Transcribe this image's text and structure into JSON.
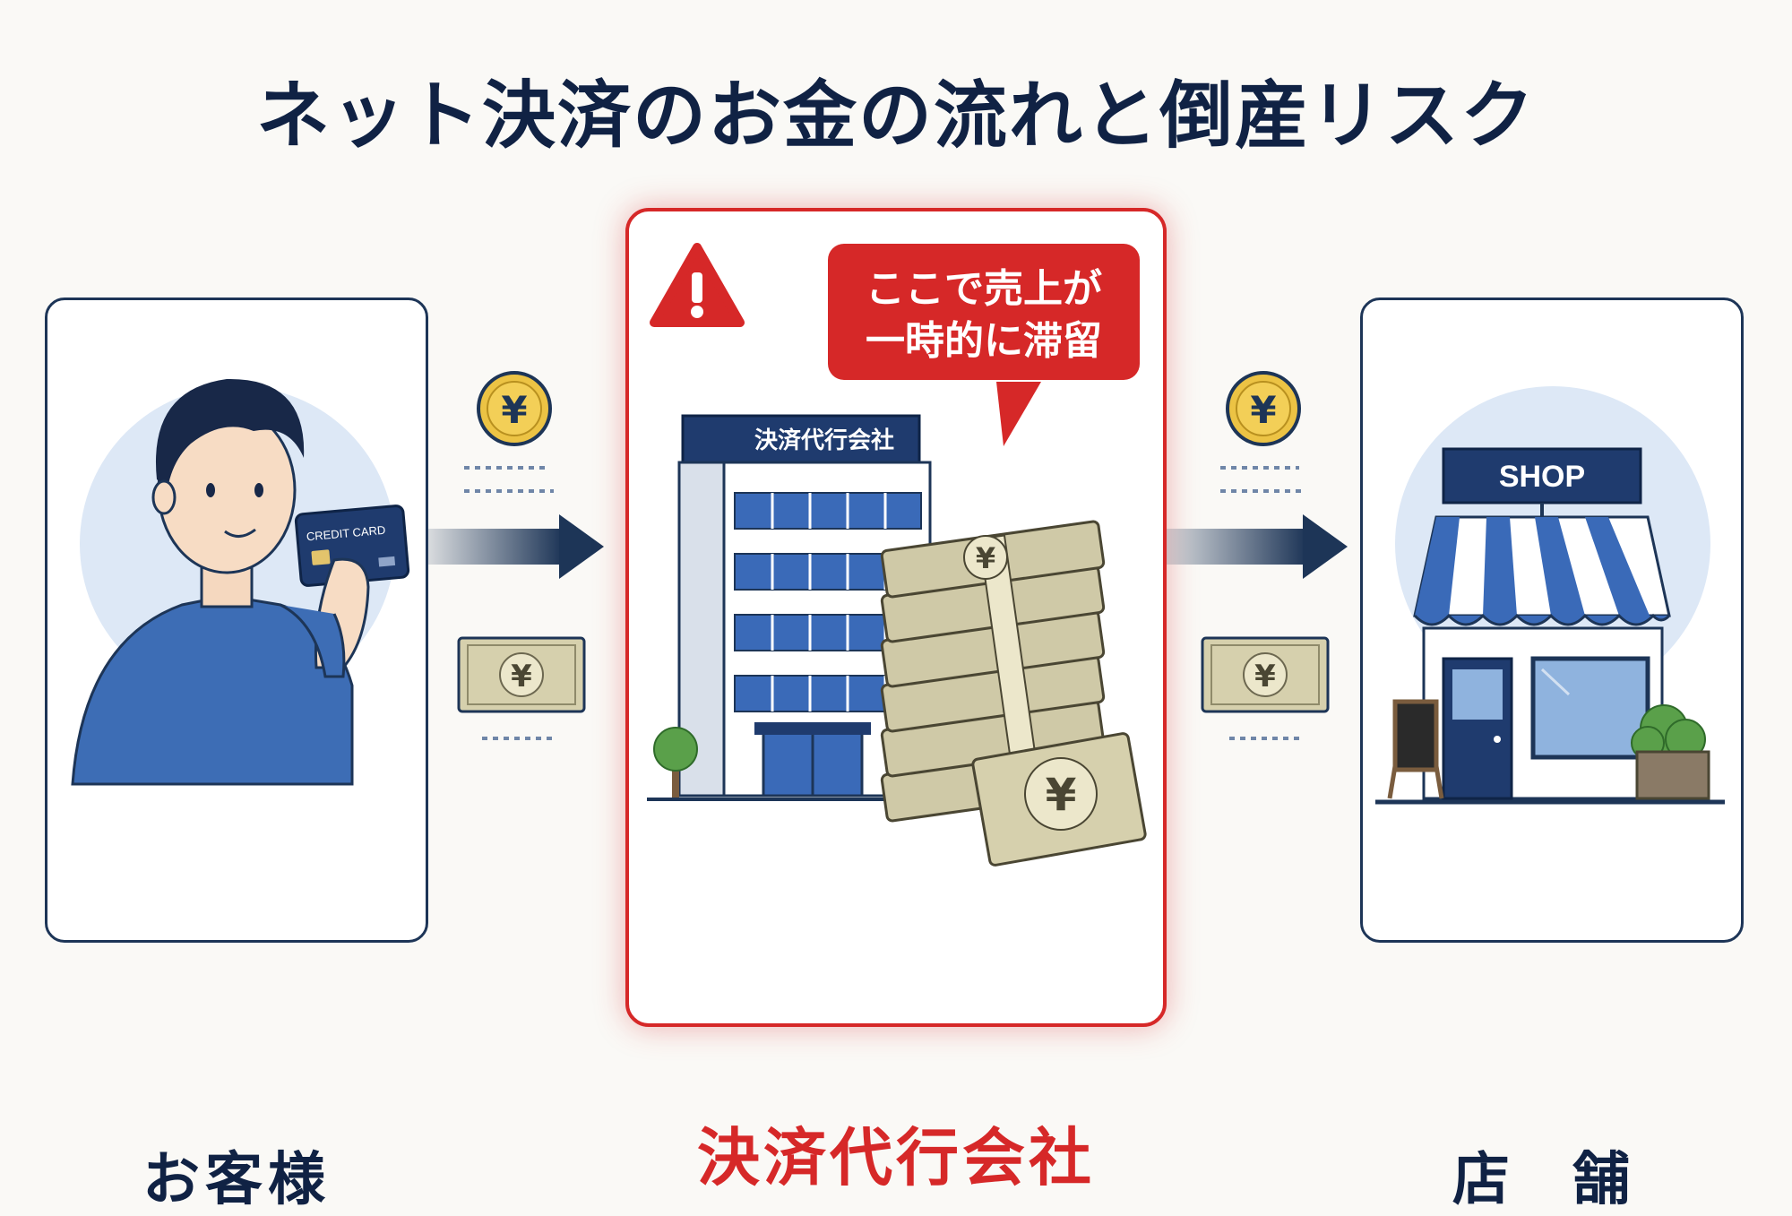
{
  "title": "ネット決済のお金の流れと倒産リスク",
  "customer": {
    "label": "お客様",
    "card_text": "CREDIT CARD"
  },
  "processor": {
    "label": "決済代行会社",
    "building_sign": "決済代行会社",
    "bubble_lines": [
      "ここで売上が",
      "一時的に滞留"
    ]
  },
  "shop": {
    "label": "店 舗",
    "sign": "SHOP"
  },
  "currency_symbol": "¥",
  "colors": {
    "navy": "#1d3557",
    "red": "#d62828",
    "blue": "#3a6ab8",
    "gold": "#e8b933",
    "cash": "#cfc9a7"
  },
  "icons": [
    "warning-icon",
    "coin-icon",
    "banknote-icon",
    "arrow-right-icon",
    "building-icon",
    "cash-stack-icon",
    "storefront-icon",
    "person-icon",
    "credit-card-icon"
  ]
}
